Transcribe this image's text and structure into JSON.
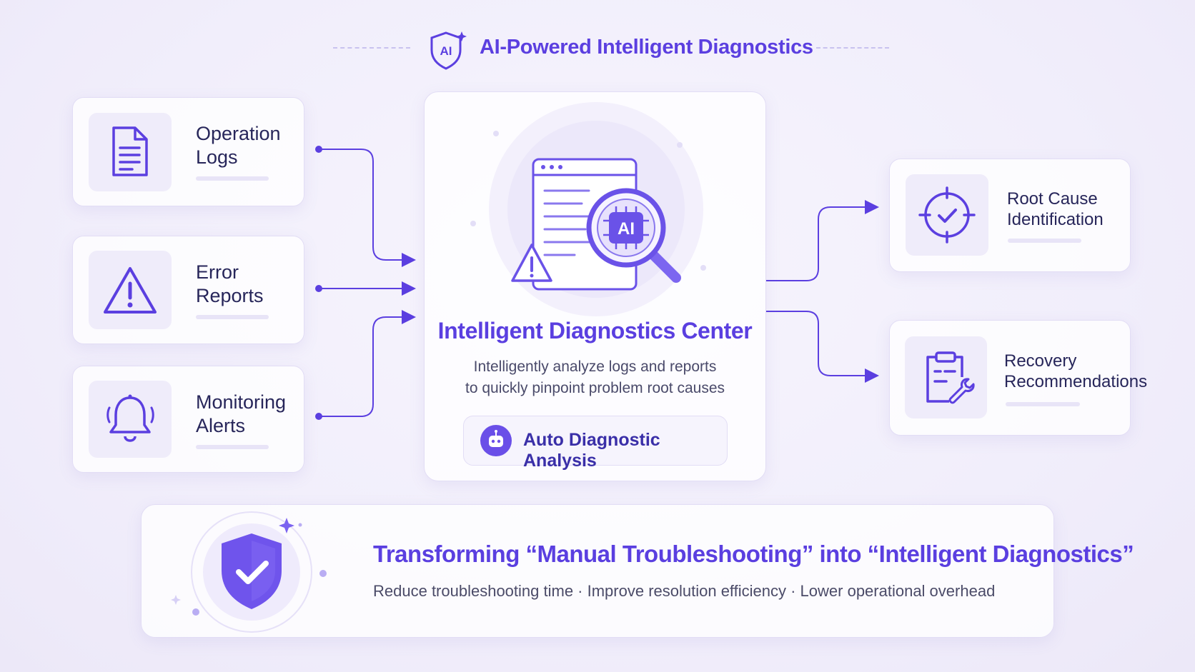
{
  "header": {
    "title": "AI-Powered Intelligent Diagnostics",
    "badge": "AI"
  },
  "inputs": [
    {
      "label": "Operation\nLogs",
      "icon": "document-icon"
    },
    {
      "label": "Error\nReports",
      "icon": "warning-icon"
    },
    {
      "label": "Monitoring\nAlerts",
      "icon": "bell-icon"
    }
  ],
  "center": {
    "badge": "AI",
    "title": "Intelligent Diagnostics Center",
    "description": "Intelligently analyze logs and reports\nto quickly pinpoint problem root causes",
    "button_label": "Auto Diagnostic Analysis",
    "button_icon": "robot-icon"
  },
  "outputs": [
    {
      "label": "Root Cause\nIdentification",
      "icon": "target-icon"
    },
    {
      "label": "Recovery\nRecommendations",
      "icon": "clipboard-wrench-icon"
    }
  ],
  "footer": {
    "title": "Transforming “Manual Troubleshooting” into “Intelligent Diagnostics”",
    "subtitle": "Reduce troubleshooting time · Improve resolution efficiency · Lower operational overhead",
    "icon": "shield-check-icon"
  },
  "colors": {
    "accent": "#5b3fe0",
    "accent_light": "#7b63f0",
    "tile_bg": "#efecfa",
    "text_dark": "#27265a"
  }
}
